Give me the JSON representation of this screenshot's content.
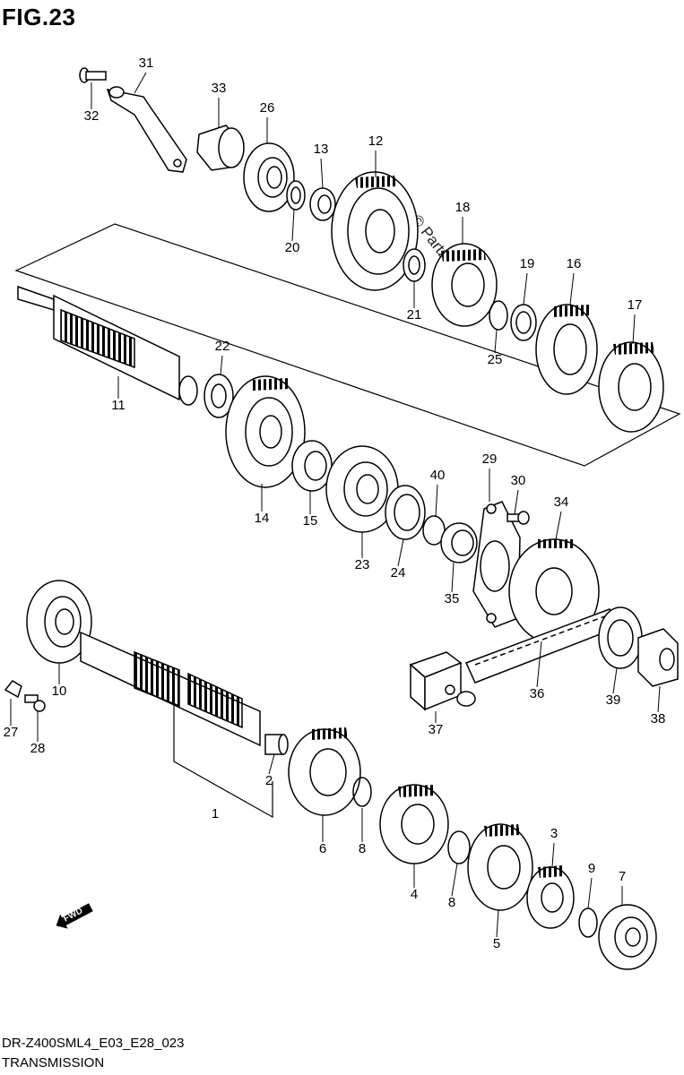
{
  "figure": {
    "title": "FIG.23"
  },
  "footer": {
    "code": "DR-Z400SML4_E03_E28_023",
    "name": "TRANSMISSION"
  },
  "watermark": "© Partzilla.com",
  "fwd_label": "FWD",
  "callouts": [
    {
      "num": "31"
    },
    {
      "num": "32"
    },
    {
      "num": "33"
    },
    {
      "num": "26"
    },
    {
      "num": "13"
    },
    {
      "num": "12"
    },
    {
      "num": "20"
    },
    {
      "num": "18"
    },
    {
      "num": "19"
    },
    {
      "num": "16"
    },
    {
      "num": "21"
    },
    {
      "num": "25"
    },
    {
      "num": "17"
    },
    {
      "num": "22"
    },
    {
      "num": "11"
    },
    {
      "num": "14"
    },
    {
      "num": "15"
    },
    {
      "num": "23"
    },
    {
      "num": "24"
    },
    {
      "num": "40"
    },
    {
      "num": "29"
    },
    {
      "num": "30"
    },
    {
      "num": "34"
    },
    {
      "num": "35"
    },
    {
      "num": "10"
    },
    {
      "num": "27"
    },
    {
      "num": "28"
    },
    {
      "num": "36"
    },
    {
      "num": "39"
    },
    {
      "num": "37"
    },
    {
      "num": "38"
    },
    {
      "num": "2"
    },
    {
      "num": "1"
    },
    {
      "num": "6"
    },
    {
      "num": "8"
    },
    {
      "num": "4"
    },
    {
      "num": "8"
    },
    {
      "num": "3"
    },
    {
      "num": "9"
    },
    {
      "num": "7"
    },
    {
      "num": "5"
    }
  ]
}
